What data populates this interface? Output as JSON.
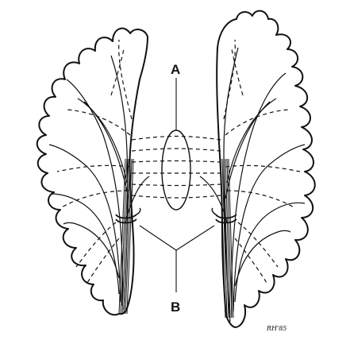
{
  "labels": {
    "a": "A",
    "b": "B"
  },
  "signature": "RH'85"
}
